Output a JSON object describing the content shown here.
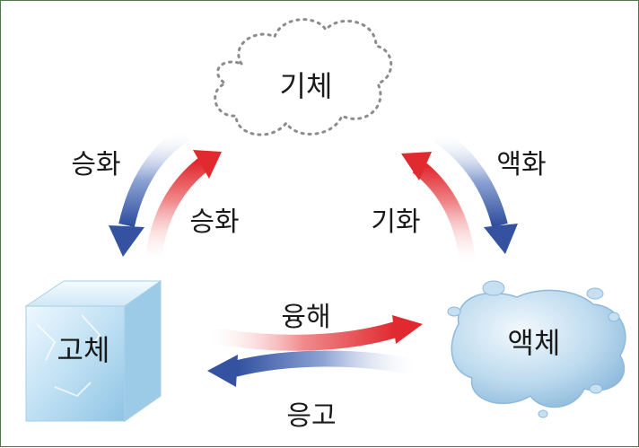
{
  "states": {
    "gas": "기체",
    "liquid": "액체",
    "solid": "고체"
  },
  "transitions": {
    "sublimation_down": "승화",
    "sublimation_up": "승화",
    "condensation": "액화",
    "vaporization": "기화",
    "melting": "융해",
    "freezing": "응고"
  },
  "colors": {
    "heat_arrow": "#e23a3e",
    "cool_arrow": "#3d5da8",
    "ice": "#cfe6f5",
    "water": "#b9d9ef",
    "cloud_dots": "#888888"
  }
}
